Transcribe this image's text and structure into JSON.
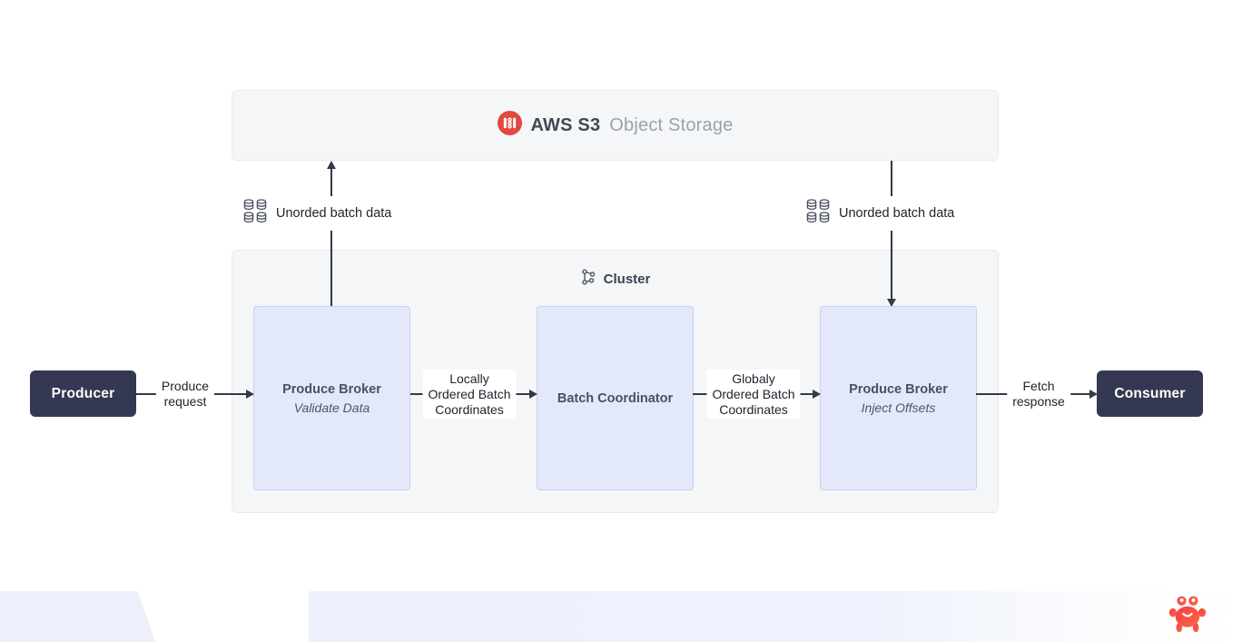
{
  "storage": {
    "brand": "AWS S3",
    "label": "Object Storage"
  },
  "cluster": {
    "title": "Cluster"
  },
  "nodes": {
    "producer": {
      "label": "Producer"
    },
    "consumer": {
      "label": "Consumer"
    },
    "broker_validate": {
      "title": "Produce Broker",
      "subtitle": "Validate Data"
    },
    "batch_coordinator": {
      "title": "Batch Coordinator"
    },
    "broker_inject": {
      "title": "Produce Broker",
      "subtitle": "Inject Offsets"
    }
  },
  "flows": {
    "unordered_left": {
      "label": "Unorded batch data"
    },
    "unordered_right": {
      "label": "Unorded batch data"
    },
    "produce_request": {
      "label": "Produce\nrequest"
    },
    "locally_ordered": {
      "label": "Locally\nOrdered Batch\nCoordinates"
    },
    "globally_ordered": {
      "label": "Globaly\nOrdered Batch\nCoordinates"
    },
    "fetch_response": {
      "label": "Fetch\nresponse"
    }
  },
  "icons": {
    "storage": "s3-bucket-icon",
    "cluster": "network-nodes-icon",
    "batch_data": "database-stack-icon",
    "mascot": "crab-icon"
  },
  "colors": {
    "accent_red": "#e2483d",
    "crab_red": "#f9423a",
    "dark_node": "#343852",
    "inner_node_bg": "#e3e8fb",
    "inner_node_border": "#c9d2f0",
    "panel_bg": "#f5f6f8",
    "panel_border": "#e9eaee",
    "arrow": "#343947",
    "band_bg": "#eef2fc"
  }
}
